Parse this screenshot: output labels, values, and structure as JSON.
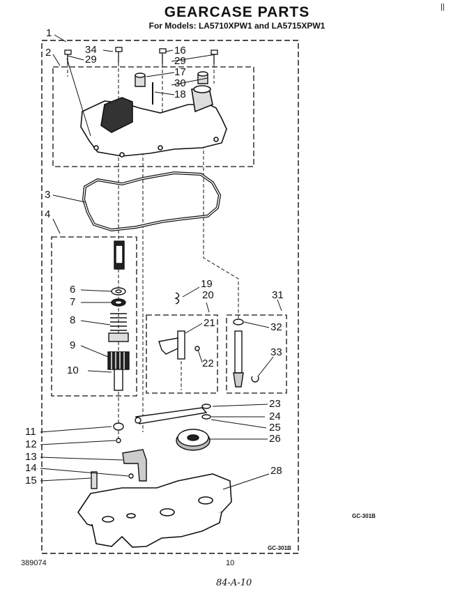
{
  "header": {
    "title": "GEARCASE PARTS",
    "models": "For Models: LA5710XPW1 and LA5715XPW1"
  },
  "footer": {
    "doc_number": "389074",
    "page_number": "10",
    "handwritten": "84-A-10",
    "code_right": "GC-301B",
    "code_inner": "GC-301B",
    "top_mark": "||"
  },
  "callouts": [
    "1",
    "2",
    "29",
    "34",
    "16",
    "29",
    "17",
    "30",
    "18",
    "3",
    "4",
    "6",
    "7",
    "8",
    "9",
    "10",
    "19",
    "20",
    "21",
    "22",
    "31",
    "32",
    "33",
    "23",
    "24",
    "25",
    "26",
    "11",
    "12",
    "13",
    "14",
    "15",
    "28"
  ]
}
